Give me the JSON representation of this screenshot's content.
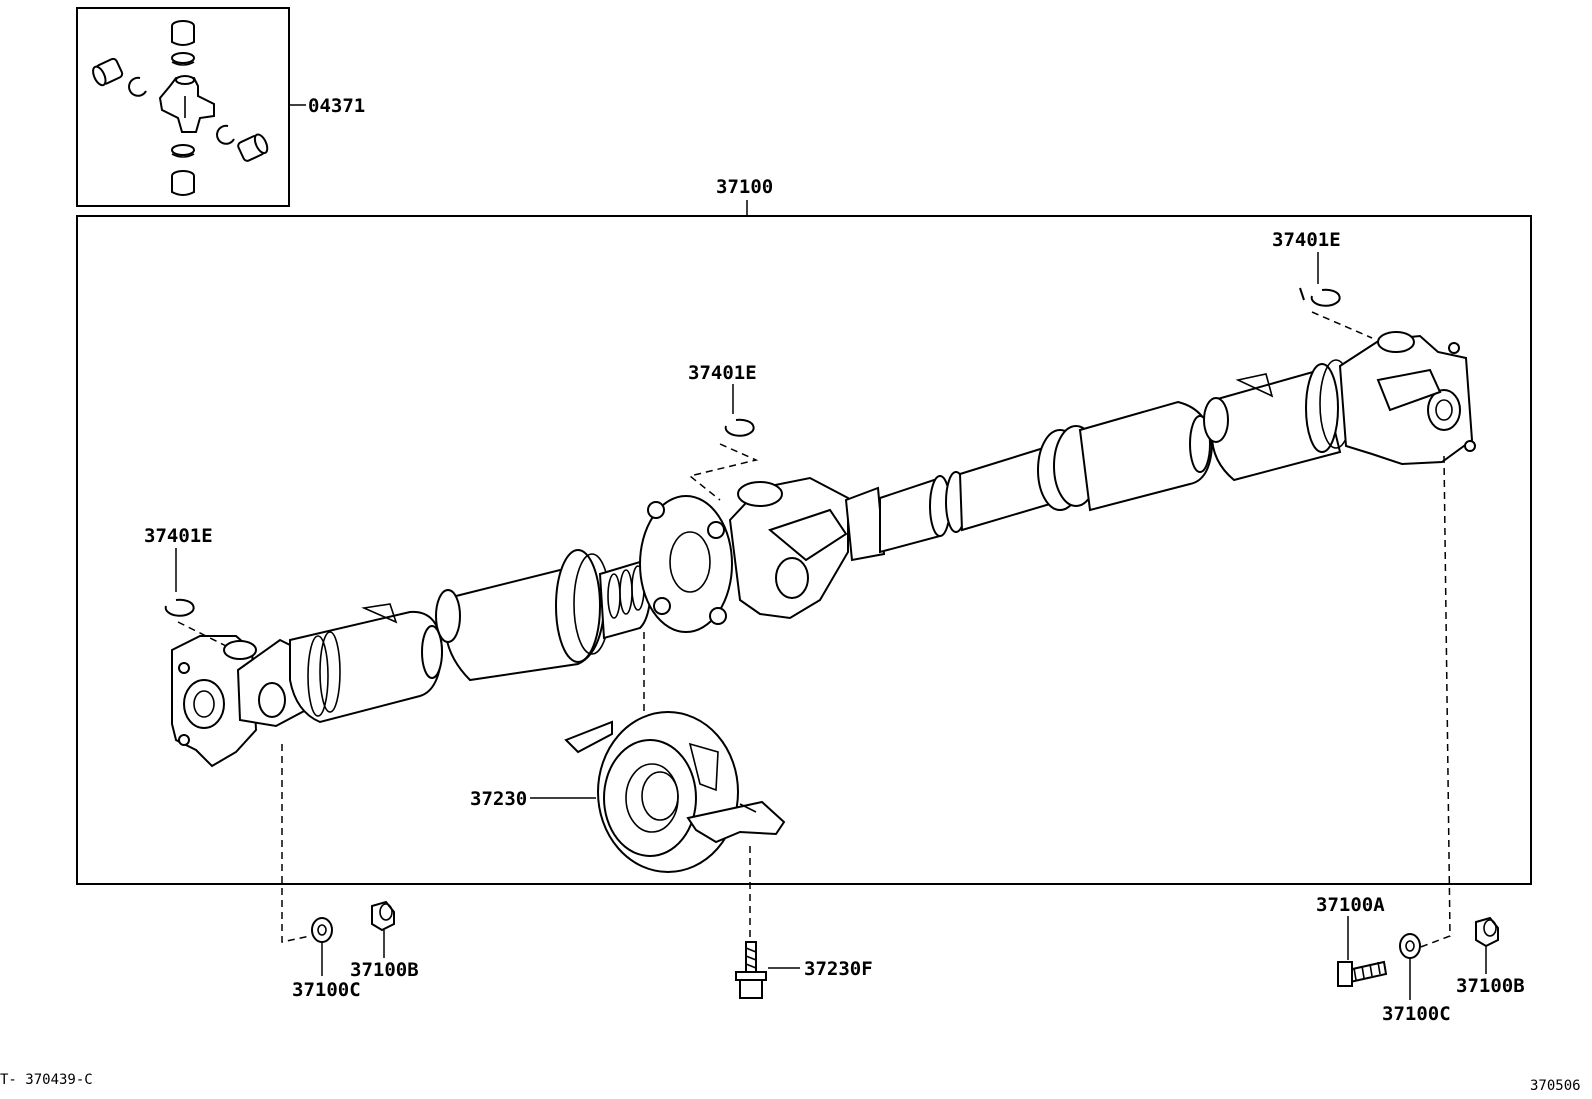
{
  "labels": {
    "ujoint_kit": "04371",
    "propeller_shaft": "37100",
    "snap_ring_rear": "37401E",
    "snap_ring_center": "37401E",
    "snap_ring_front": "37401E",
    "center_bearing": "37230",
    "bolt_center": "37230F",
    "bolt_rear": "37100A",
    "washer_front": "37100C",
    "nut_front": "37100B",
    "washer_rear": "37100C",
    "nut_rear": "37100B"
  },
  "footer": {
    "left_code": "T- 370439-C",
    "right_code": "370506"
  }
}
